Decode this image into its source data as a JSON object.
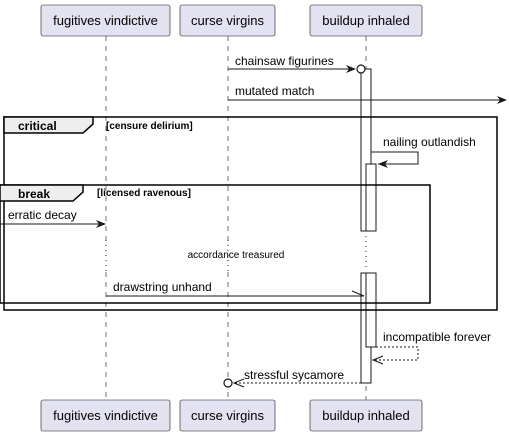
{
  "participants": [
    {
      "id": "p1",
      "name": "fugitives vindictive"
    },
    {
      "id": "p2",
      "name": "curse virgins"
    },
    {
      "id": "p3",
      "name": "buildup inhaled"
    }
  ],
  "fragments": [
    {
      "id": "f_critical",
      "kind": "critical",
      "guard": "[censure delirium]"
    },
    {
      "id": "f_break",
      "kind": "break",
      "guard": "[licensed ravenous]"
    }
  ],
  "messages": [
    {
      "id": "m1",
      "text": "chainsaw figurines",
      "from": "p2",
      "to": "p3",
      "style": "solid",
      "head": "circle-arrow"
    },
    {
      "id": "m2",
      "text": "mutated match",
      "from": "p2",
      "to": "right-edge",
      "style": "solid",
      "head": "arrow"
    },
    {
      "id": "m3",
      "text": "nailing outlandish",
      "from": "p3",
      "to": "p3",
      "style": "solid",
      "head": "arrow"
    },
    {
      "id": "m4",
      "text": "erratic decay",
      "from": "left-edge",
      "to": "p1",
      "style": "solid",
      "head": "arrow"
    },
    {
      "id": "m5",
      "text": "drawstring unhand",
      "from": "p1",
      "to": "p3",
      "style": "solid",
      "head": "half-arrow"
    },
    {
      "id": "m6",
      "text": "incompatible forever",
      "from": "p3",
      "to": "p3",
      "style": "dashed",
      "head": "arrow"
    },
    {
      "id": "m7",
      "text": "stressful sycamore",
      "from": "p3",
      "to": "p2",
      "style": "dashed",
      "head": "circle-arrow"
    }
  ],
  "delay": {
    "text": "accordance treasured"
  },
  "colors": {
    "participant_fill": "#e2e2f0",
    "participant_stroke": "#181818",
    "lifeline": "#181818",
    "line": "#181818",
    "activation_fill": "#ffffff",
    "background": "#ffffff"
  }
}
